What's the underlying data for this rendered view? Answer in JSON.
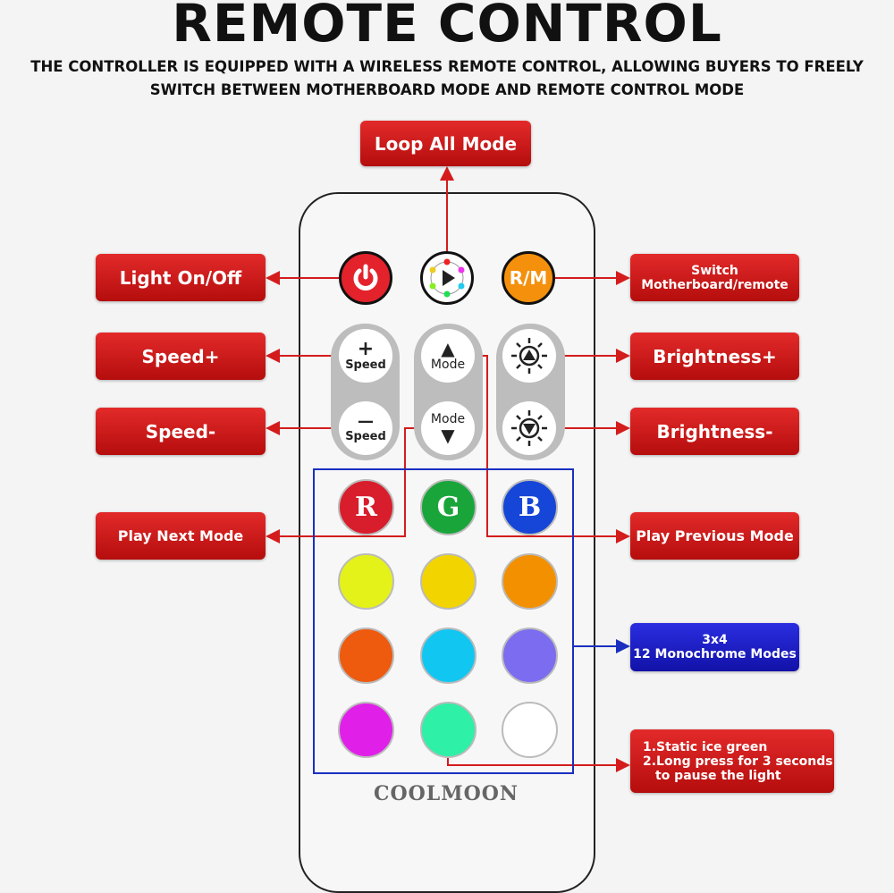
{
  "header": {
    "title": "REMOTE CONTROL",
    "subtitle_line1": "THE CONTROLLER IS EQUIPPED WITH A WIRELESS REMOTE CONTROL, ALLOWING BUYERS TO FREELY",
    "subtitle_line2": "SWITCH BETWEEN MOTHERBOARD MODE AND REMOTE CONTROL MODE"
  },
  "labels": {
    "loop_all": "Loop All Mode",
    "light_onoff": "Light On/Off",
    "switch_line1": "Switch",
    "switch_line2": "Motherboard/remote",
    "speed_up": "Speed+",
    "speed_down": "Speed-",
    "brightness_up": "Brightness+",
    "brightness_down": "Brightness-",
    "play_next": "Play Next Mode",
    "play_previous": "Play Previous Mode",
    "mono_line1": "3x4",
    "mono_line2": "12 Monochrome Modes",
    "ice_line1": "1.Static ice green",
    "ice_line2": "2.Long press for 3 seconds",
    "ice_line3": "to pause the light"
  },
  "remote": {
    "rm": "R/M",
    "plus": "+",
    "minus": "—",
    "speed": "Speed",
    "mode": "Mode",
    "r": "R",
    "g": "G",
    "b": "B",
    "brand": "COOLMOON",
    "colors": [
      "#e4f21a",
      "#f2d400",
      "#f39000",
      "#ee5a0e",
      "#12c6f2",
      "#7c6cf0",
      "#e020e8",
      "#2ef0a6",
      "#ffffff"
    ]
  }
}
